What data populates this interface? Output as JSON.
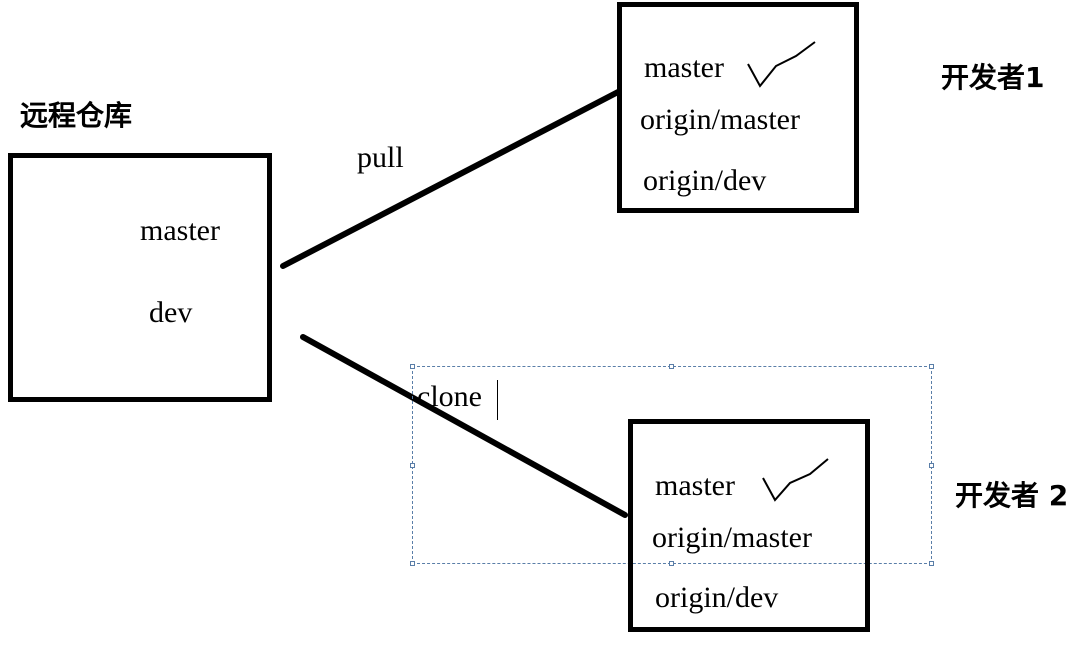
{
  "remote": {
    "title": "远程仓库",
    "branches": [
      "master",
      "dev"
    ]
  },
  "dev1": {
    "title": "开发者1",
    "branches": [
      "master",
      "origin/master",
      "origin/dev"
    ]
  },
  "dev2": {
    "title": "开发者 2",
    "branches": [
      "master",
      "origin/master",
      "origin/dev"
    ]
  },
  "edges": {
    "pull": "pull",
    "clone": "clone"
  },
  "colors": {
    "stroke": "#000000",
    "selection": "#5a7ea8"
  }
}
